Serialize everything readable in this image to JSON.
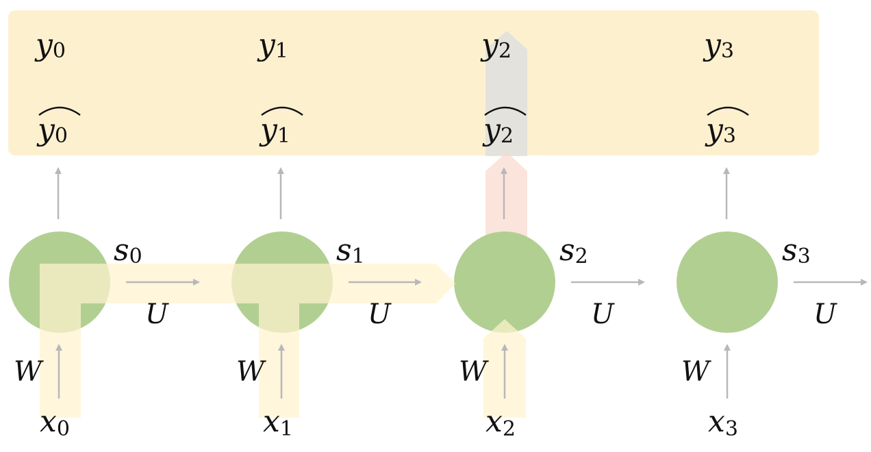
{
  "colors": {
    "output_panel": "#fdf0cf",
    "node": "#b2cf92",
    "arrow": "#b8b8b8",
    "highlight_path": "#fff3cf",
    "highlight_grey": "#d9dde2",
    "highlight_red": "#f9d8cc"
  },
  "steps": [
    {
      "index": "0",
      "output_base": "y",
      "prediction_base": "y",
      "state_base": "s",
      "input_base": "x",
      "input_weight": "W",
      "recurrent_weight": "U"
    },
    {
      "index": "1",
      "output_base": "y",
      "prediction_base": "y",
      "state_base": "s",
      "input_base": "x",
      "input_weight": "W",
      "recurrent_weight": "U"
    },
    {
      "index": "2",
      "output_base": "y",
      "prediction_base": "y",
      "state_base": "s",
      "input_base": "x",
      "input_weight": "W",
      "recurrent_weight": "U"
    },
    {
      "index": "3",
      "output_base": "y",
      "prediction_base": "y",
      "state_base": "s",
      "input_base": "x",
      "input_weight": "W",
      "recurrent_weight": "U"
    }
  ]
}
